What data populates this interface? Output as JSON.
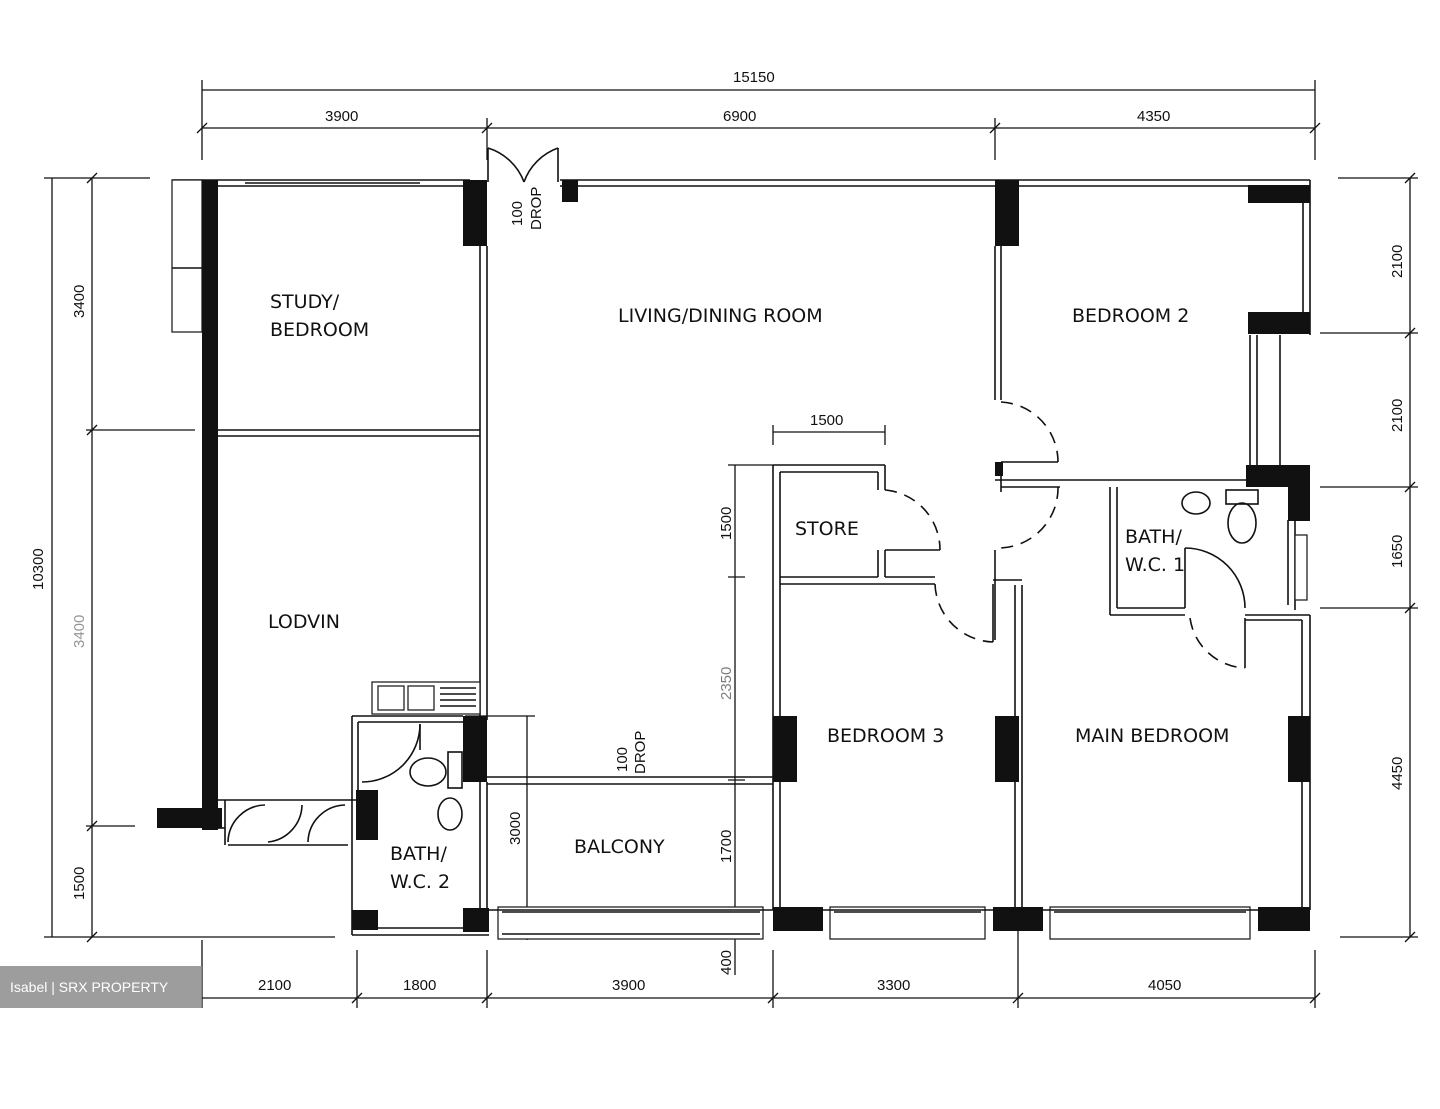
{
  "watermark": "Isabel | SRX PROPERTY",
  "rooms": {
    "study_bedroom_line1": "STUDY/",
    "study_bedroom_line2": "BEDROOM",
    "living_dining": "LIVING/DINING ROOM",
    "bedroom_2": "BEDROOM 2",
    "store": "STORE",
    "kitchen": "LODVIN",
    "bedroom_3": "BEDROOM 3",
    "main_bedroom": "MAIN BEDROOM",
    "balcony": "BALCONY",
    "bath_wc_1_line1": "BATH/",
    "bath_wc_1_line2": "W.C. 1",
    "bath_wc_2_line1": "BATH/",
    "bath_wc_2_line2": "W.C. 2",
    "drop_top": "100\nDROP",
    "drop_top_num": "100",
    "drop_top_word": "DROP",
    "drop_balcony_num": "100",
    "drop_balcony_word": "DROP"
  },
  "dimensions": {
    "top_total": "15150",
    "top_segments": [
      "3900",
      "6900",
      "4350"
    ],
    "bottom_segments": [
      "2100",
      "1800",
      "3900",
      "3300",
      "4050"
    ],
    "left_total": "10300",
    "left_segments": [
      "3400",
      "3400",
      "1500"
    ],
    "left_mid_faint": "3400",
    "right_segments": [
      "2100",
      "2100",
      "1650",
      "4450"
    ],
    "store_width": "1500",
    "store_height": "1500",
    "interior_mid": "2350",
    "balcony_3000": "3000",
    "balcony_1700": "1700",
    "bottom_400": "400"
  }
}
